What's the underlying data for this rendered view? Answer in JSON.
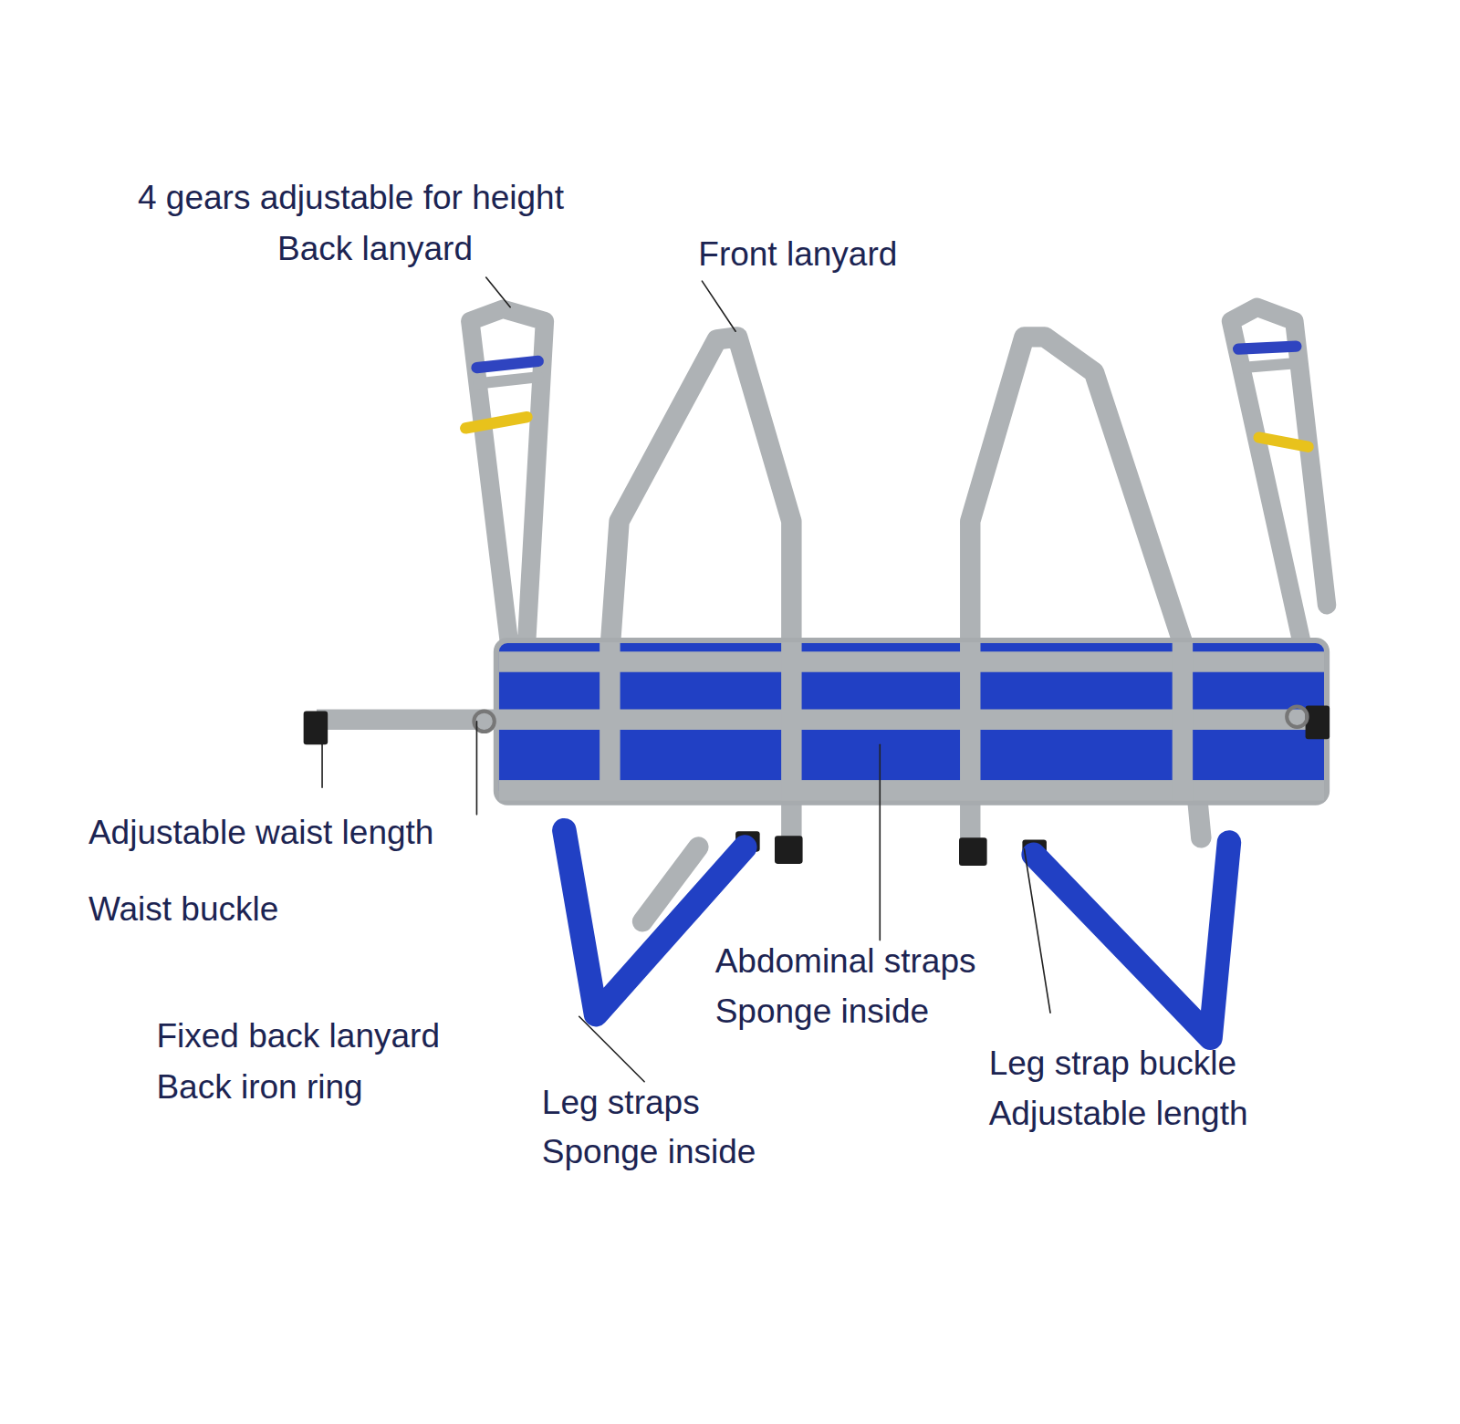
{
  "diagram": {
    "labels": [
      "4 gears adjustable for height",
      "Back lanyard",
      "Front lanyard",
      "Adjustable waist length",
      "Waist buckle",
      "Fixed back lanyard",
      "Back iron ring",
      "Abdominal straps",
      "Sponge inside",
      "Leg straps",
      "Sponge inside",
      "Leg strap buckle",
      "Adjustable length"
    ]
  }
}
